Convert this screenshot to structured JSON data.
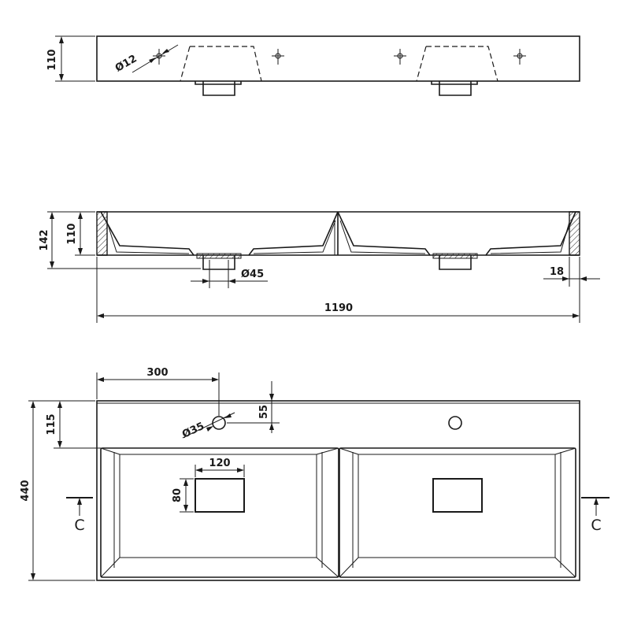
{
  "drawing": {
    "top_view": {
      "height_dim": "110",
      "tap_hole_dim": "Ø12"
    },
    "section_view": {
      "total_height_dim": "142",
      "basin_depth_dim": "110",
      "drain_dim": "Ø45",
      "wall_dim": "18",
      "width_dim": "1190"
    },
    "plan_view": {
      "depth_dim": "440",
      "deck_dim": "115",
      "tap_offset_dim": "300",
      "tap_hole_dim": "Ø35",
      "tap_from_back_dim": "55",
      "drain_width_dim": "120",
      "drain_height_dim": "80",
      "section_mark_left": "C",
      "section_mark_right": "C"
    }
  }
}
